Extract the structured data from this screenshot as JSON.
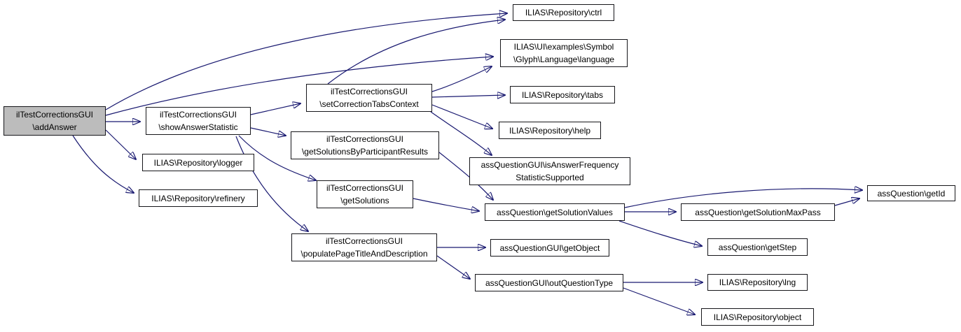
{
  "diagram": {
    "kind": "doxygen-call-graph",
    "colors": {
      "background": "#ffffff",
      "edge": "#191970",
      "node_border": "#16161a",
      "node_fill": "#ffffff",
      "highlight_fill": "#bcbcbc",
      "text": "#000000"
    },
    "nodes": [
      {
        "id": "addAnswer",
        "label": "ilTestCorrectionsGUI\n\\addAnswer",
        "highlighted": true
      },
      {
        "id": "showAnswerStatistic",
        "label": "ilTestCorrectionsGUI\n\\showAnswerStatistic",
        "highlighted": false
      },
      {
        "id": "logger",
        "label": "ILIAS\\Repository\\logger",
        "highlighted": false
      },
      {
        "id": "refinery",
        "label": "ILIAS\\Repository\\refinery",
        "highlighted": false
      },
      {
        "id": "setCorrectionTabsContext",
        "label": "ilTestCorrectionsGUI\n\\setCorrectionTabsContext",
        "highlighted": false
      },
      {
        "id": "getSolutionsByParticipantResults",
        "label": "ilTestCorrectionsGUI\n\\getSolutionsByParticipantResults",
        "highlighted": false
      },
      {
        "id": "getSolutions",
        "label": "ilTestCorrectionsGUI\n\\getSolutions",
        "highlighted": false
      },
      {
        "id": "populatePageTitleAndDescription",
        "label": "ilTestCorrectionsGUI\n\\populatePageTitleAndDescription",
        "highlighted": false
      },
      {
        "id": "ctrl",
        "label": "ILIAS\\Repository\\ctrl",
        "highlighted": false
      },
      {
        "id": "language",
        "label": "ILIAS\\UI\\examples\\Symbol\n\\Glyph\\Language\\language",
        "highlighted": false
      },
      {
        "id": "tabs",
        "label": "ILIAS\\Repository\\tabs",
        "highlighted": false
      },
      {
        "id": "help",
        "label": "ILIAS\\Repository\\help",
        "highlighted": false
      },
      {
        "id": "isAnswerFrequencyStatisticSupported",
        "label": "assQuestionGUI\\isAnswerFrequency\nStatisticSupported",
        "highlighted": false
      },
      {
        "id": "getSolutionValues",
        "label": "assQuestion\\getSolutionValues",
        "highlighted": false
      },
      {
        "id": "getObject",
        "label": "assQuestionGUI\\getObject",
        "highlighted": false
      },
      {
        "id": "outQuestionType",
        "label": "assQuestionGUI\\outQuestionType",
        "highlighted": false
      },
      {
        "id": "getSolutionMaxPass",
        "label": "assQuestion\\getSolutionMaxPass",
        "highlighted": false
      },
      {
        "id": "getStep",
        "label": "assQuestion\\getStep",
        "highlighted": false
      },
      {
        "id": "lng",
        "label": "ILIAS\\Repository\\lng",
        "highlighted": false
      },
      {
        "id": "object",
        "label": "ILIAS\\Repository\\object",
        "highlighted": false
      },
      {
        "id": "getId",
        "label": "assQuestion\\getId",
        "highlighted": false
      }
    ],
    "edges": [
      {
        "from": "addAnswer",
        "to": "ctrl"
      },
      {
        "from": "addAnswer",
        "to": "language"
      },
      {
        "from": "addAnswer",
        "to": "showAnswerStatistic"
      },
      {
        "from": "addAnswer",
        "to": "logger"
      },
      {
        "from": "addAnswer",
        "to": "refinery"
      },
      {
        "from": "showAnswerStatistic",
        "to": "setCorrectionTabsContext"
      },
      {
        "from": "showAnswerStatistic",
        "to": "getSolutionsByParticipantResults"
      },
      {
        "from": "showAnswerStatistic",
        "to": "getSolutions"
      },
      {
        "from": "showAnswerStatistic",
        "to": "populatePageTitleAndDescription"
      },
      {
        "from": "setCorrectionTabsContext",
        "to": "ctrl"
      },
      {
        "from": "setCorrectionTabsContext",
        "to": "language"
      },
      {
        "from": "setCorrectionTabsContext",
        "to": "tabs"
      },
      {
        "from": "setCorrectionTabsContext",
        "to": "help"
      },
      {
        "from": "setCorrectionTabsContext",
        "to": "isAnswerFrequencyStatisticSupported"
      },
      {
        "from": "getSolutionsByParticipantResults",
        "to": "getSolutionValues"
      },
      {
        "from": "getSolutions",
        "to": "getSolutionValues"
      },
      {
        "from": "populatePageTitleAndDescription",
        "to": "getObject"
      },
      {
        "from": "populatePageTitleAndDescription",
        "to": "outQuestionType"
      },
      {
        "from": "getSolutionValues",
        "to": "getId"
      },
      {
        "from": "getSolutionValues",
        "to": "getSolutionMaxPass"
      },
      {
        "from": "getSolutionValues",
        "to": "getStep"
      },
      {
        "from": "getSolutionMaxPass",
        "to": "getId"
      },
      {
        "from": "outQuestionType",
        "to": "lng"
      },
      {
        "from": "outQuestionType",
        "to": "object"
      }
    ]
  }
}
